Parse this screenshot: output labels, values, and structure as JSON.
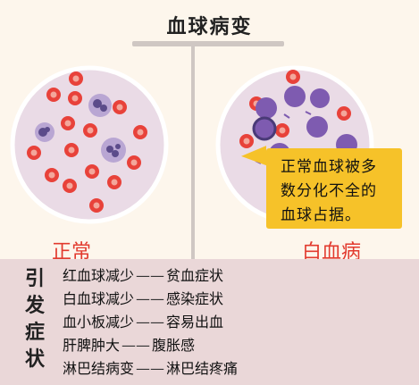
{
  "title": "血球病变",
  "panels": {
    "normal_label": "正常",
    "leukemia_label": "白血病"
  },
  "callout": {
    "text_line1": "正常血球被多",
    "text_line2": "数分化不全的",
    "text_line3": "血球占据。"
  },
  "symptoms": {
    "heading": [
      "引",
      "发",
      "症",
      "状"
    ],
    "dash": "——",
    "items": [
      {
        "cause": "红血球减少",
        "effect": "贫血症状"
      },
      {
        "cause": "白血球减少",
        "effect": "感染症状"
      },
      {
        "cause": "血小板减少",
        "effect": "容易出血"
      },
      {
        "cause": "肝脾肿大",
        "effect": "腹胀感"
      },
      {
        "cause": "淋巴结病变",
        "effect": "淋巴结疼痛"
      }
    ]
  },
  "colors": {
    "red_cell": "#e8423a",
    "red_cell_center": "#f3a79b",
    "white_cell": "#a48cc6",
    "white_cell_nucleus": "#5b4b8a",
    "blast_cell": "#7e5bb0",
    "circle_fill": "#eadbe6",
    "callout": "#f6c229",
    "label_red": "#e23a2e"
  }
}
